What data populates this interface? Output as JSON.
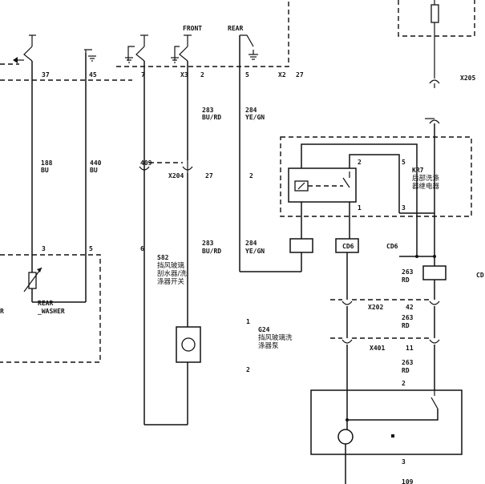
{
  "switch_labels": {
    "front": "FRONT",
    "rear": "REAR"
  },
  "pins": {
    "p37": "37",
    "p45": "45",
    "p7a": "7",
    "x3": "X3",
    "p2a": "2",
    "p5a": "5",
    "x2": "X2",
    "p27a": "27",
    "p409": "409",
    "x204": "X204",
    "p27b": "27",
    "p2b": "2",
    "p3": "3",
    "p5b": "5",
    "p6": "6",
    "p2k": "2",
    "p5k": "5",
    "p1k": "1",
    "p3k": "3",
    "x205": "X205",
    "x202": "X202",
    "p42": "42",
    "x401": "X401",
    "p11": "11",
    "p1g": "1",
    "p2g": "2",
    "p2m": "2",
    "p3m": "3"
  },
  "wires": [
    {
      "num": "188",
      "color": "BU"
    },
    {
      "num": "440",
      "color": "BU"
    },
    {
      "num": "283",
      "color": "BU/RD"
    },
    {
      "num": "284",
      "color": "YE/GN"
    },
    {
      "num": "283",
      "color": "BU/RD"
    },
    {
      "num": "284",
      "color": "YE/GN"
    },
    {
      "num": "263",
      "color": "RD"
    },
    {
      "num": "263",
      "color": "RD"
    },
    {
      "num": "263",
      "color": "RD"
    },
    {
      "num": "109",
      "color": ""
    }
  ],
  "components": {
    "s82": {
      "id": "S82",
      "line1": "挡风玻璃",
      "line2": "刮水器/洗",
      "line3": "涤器开关"
    },
    "kr7": {
      "id": "KR7",
      "line1": "后部洗涤",
      "line2": "器继电器"
    },
    "g24": {
      "id": "G24",
      "line1": "挡风玻璃洗",
      "line2": "涤器泵"
    },
    "rear_washer": {
      "line1": "REAR",
      "line2": "_WASHER"
    },
    "left_edge": "R",
    "right_edge": "CD"
  },
  "connectors": {
    "cd6a": "CD6",
    "cd6b": "CD6"
  }
}
